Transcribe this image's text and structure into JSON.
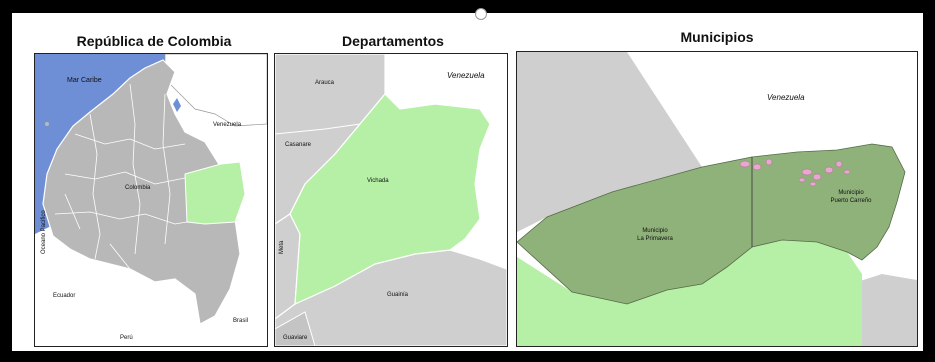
{
  "panels": [
    {
      "title": "República de Colombia",
      "labels": {
        "sea": "Mar Caribe",
        "ocean": "Oceano Pacifico",
        "venezuela": "Venezuela",
        "colombia": "Colombia",
        "ecuador": "Ecuador",
        "peru": "Perú",
        "brazil": "Brasil"
      }
    },
    {
      "title": "Departamentos",
      "labels": {
        "venezuela": "Venezuela",
        "arauca": "Arauca",
        "casanare": "Casanare",
        "vichada": "Vichada",
        "meta": "Meta",
        "guainia": "Guainía",
        "guaviare": "Guaviare"
      }
    },
    {
      "title": "Municipios",
      "labels": {
        "venezuela": "Venezuela",
        "la_primavera_l1": "Municipio",
        "la_primavera_l2": "La Primavera",
        "puerto_carreno_l1": "Municipio",
        "puerto_carreno_l2": "Puerto Carreño"
      }
    }
  ],
  "colors": {
    "sea": "#6e8fd6",
    "land": "#cfcfcf",
    "colombia_land": "#b8b8b8",
    "highlight": "#b6f0a6",
    "municipality": "#8fb17a",
    "reserves": "#e7a7cf",
    "border": "#ffffff"
  }
}
